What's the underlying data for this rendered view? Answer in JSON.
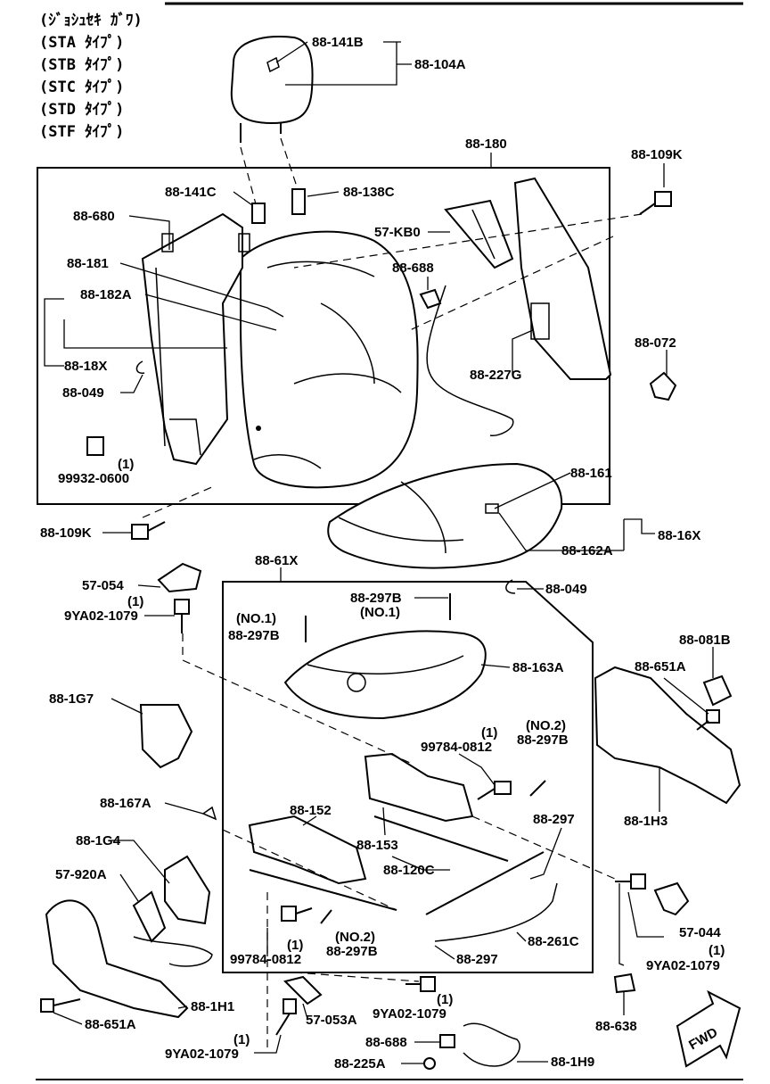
{
  "header": {
    "lines": [
      "(ｼﾞｮｼｭｾｷ ｶﾞﾜ)",
      "(STA ﾀｲﾌﾟ)",
      "(STB ﾀｲﾌﾟ)",
      "(STC ﾀｲﾌﾟ)",
      "(STD ﾀｲﾌﾟ)",
      "(STF ﾀｲﾌﾟ)"
    ]
  },
  "labels": {
    "l_141b": "88-141B",
    "l_104a": "88-104A",
    "l_180": "88-180",
    "l_109k_top": "88-109K",
    "l_141c": "88-141C",
    "l_138c": "88-138C",
    "l_680": "88-680",
    "l_kb0": "57-KB0",
    "l_181": "88-181",
    "l_688_top": "88-688",
    "l_182a": "88-182A",
    "l_072": "88-072",
    "l_18x": "88-18X",
    "l_049_top": "88-049",
    "l_227g": "88-227G",
    "l_99932_q": "(1)",
    "l_99932": "99932-0600",
    "l_161": "88-161",
    "l_109k_left": "88-109K",
    "l_162a": "88-162A",
    "l_16x": "88-16X",
    "l_61x": "88-61X",
    "l_054": "57-054",
    "l_049_mid": "88-049",
    "l_9ya_q1": "(1)",
    "l_9ya_1": "9YA02-1079",
    "l_297b_top": "88-297B",
    "l_no1_a": "(NO.1)",
    "l_no1_b": "(NO.1)",
    "l_297b_left": "88-297B",
    "l_163a": "88-163A",
    "l_081b": "88-081B",
    "l_651a_r": "88-651A",
    "l_1g7": "88-1G7",
    "l_99784_q1": "(1)",
    "l_99784_a": "99784-0812",
    "l_no2_a": "(NO.2)",
    "l_297b_mid": "88-297B",
    "l_1h3": "88-1H3",
    "l_167a": "88-167A",
    "l_152": "88-152",
    "l_297_r": "88-297",
    "l_153": "88-153",
    "l_1g4": "88-1G4",
    "l_120c": "88-120C",
    "l_920a": "57-920A",
    "l_044": "57-044",
    "l_261c": "88-261C",
    "l_99784_b": "99784-0812",
    "l_99784_q2": "(1)",
    "l_no2_b": "(NO.2)",
    "l_297b_bot": "88-297B",
    "l_297_bot": "88-297",
    "l_9ya_q2": "(1)",
    "l_9ya_2": "9YA02-1079",
    "l_1h1": "88-1H1",
    "l_9ya_q3": "(1)",
    "l_9ya_3": "9YA02-1079",
    "l_638": "88-638",
    "l_651a_l": "88-651A",
    "l_053a": "57-053A",
    "l_9ya_q4": "(1)",
    "l_9ya_4": "9YA02-1079",
    "l_688_bot": "88-688",
    "l_1h9": "88-1H9",
    "l_225a": "88-225A",
    "l_fwd": "FWD"
  }
}
